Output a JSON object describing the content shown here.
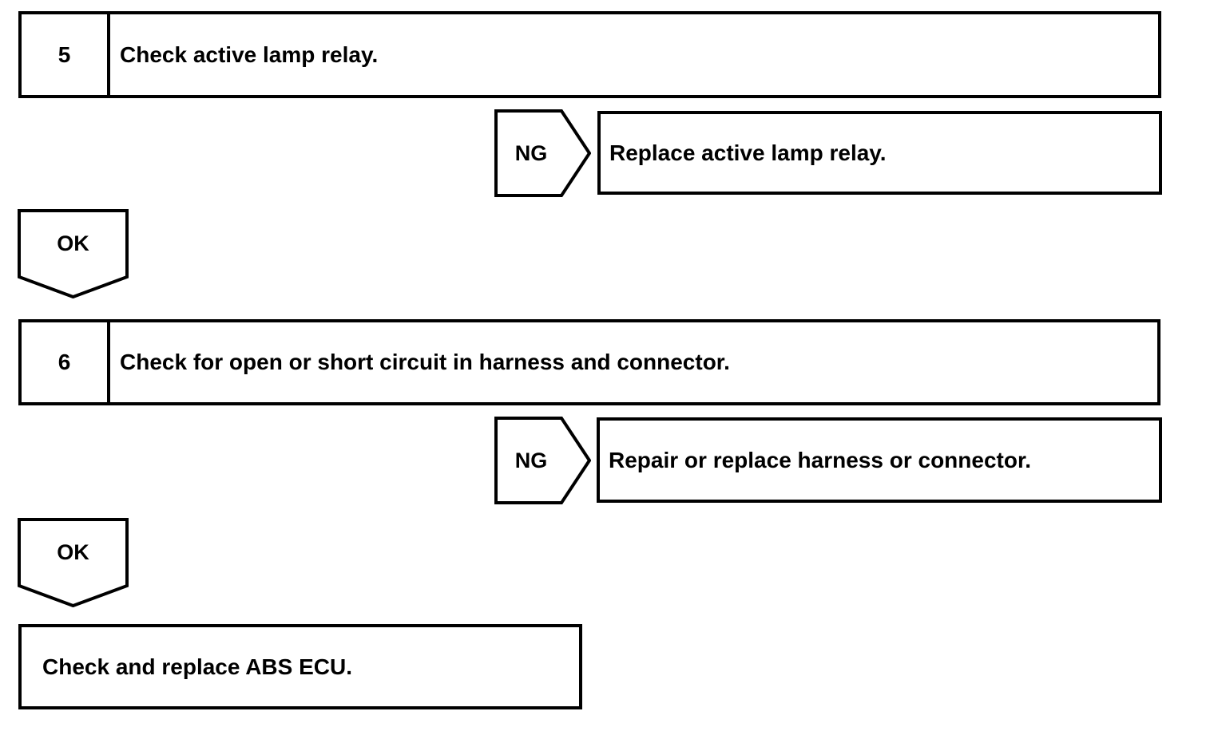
{
  "flowchart": {
    "colors": {
      "line": "#000000",
      "background": "#ffffff",
      "text": "#000000"
    },
    "steps": [
      {
        "number": "5",
        "instruction": "Check active lamp relay.",
        "ng_label": "NG",
        "ng_action": "Replace active lamp relay.",
        "ok_label": "OK"
      },
      {
        "number": "6",
        "instruction": "Check for open or short circuit in harness and connector.",
        "ng_label": "NG",
        "ng_action": "Repair or replace harness or connector.",
        "ok_label": "OK"
      }
    ],
    "final_action": "Check and replace ABS ECU."
  }
}
